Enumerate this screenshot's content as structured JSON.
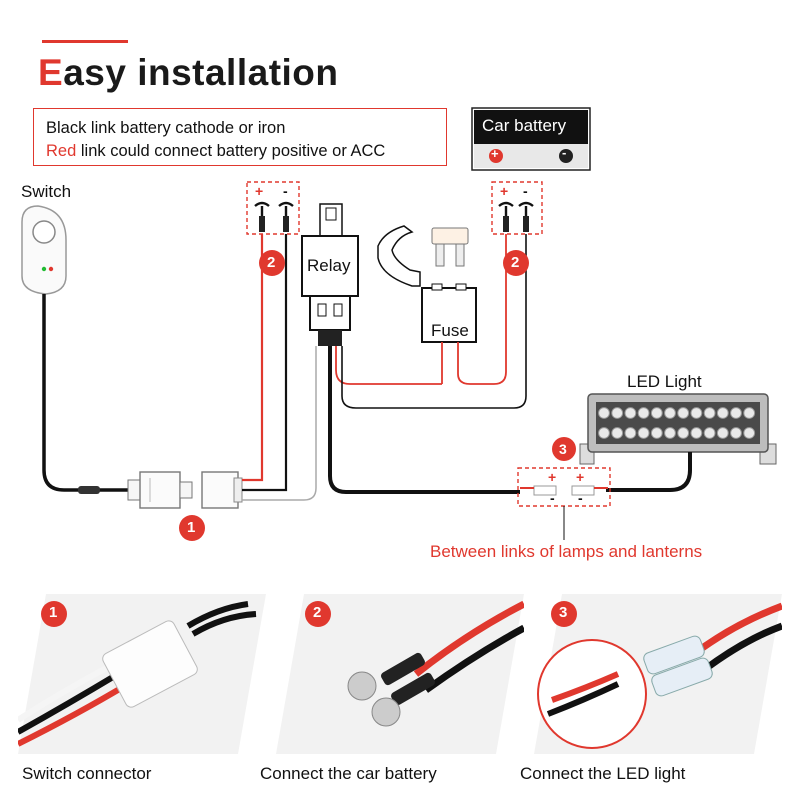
{
  "title": {
    "first_letter": "E",
    "rest": "asy installation"
  },
  "note": {
    "line1": "Black link battery cathode or iron",
    "line2_red": "Red",
    "line2_rest": " link could connect battery positive or ACC"
  },
  "labels": {
    "switch": "Switch",
    "relay": "Relay",
    "fuse": "Fuse",
    "car_battery": "Car battery",
    "led_light": "LED Light",
    "between_links": "Between links of lamps and lanterns"
  },
  "polarity": {
    "plus": "+",
    "minus": "-"
  },
  "markers": {
    "one": "1",
    "two": "2",
    "three": "3"
  },
  "captions": {
    "switch_connector": "Switch connector",
    "car_battery": "Connect the car battery",
    "led_light": "Connect the LED light"
  },
  "colors": {
    "accent": "#e0382e",
    "wire_black": "#111111",
    "wire_red": "#e0382e"
  }
}
